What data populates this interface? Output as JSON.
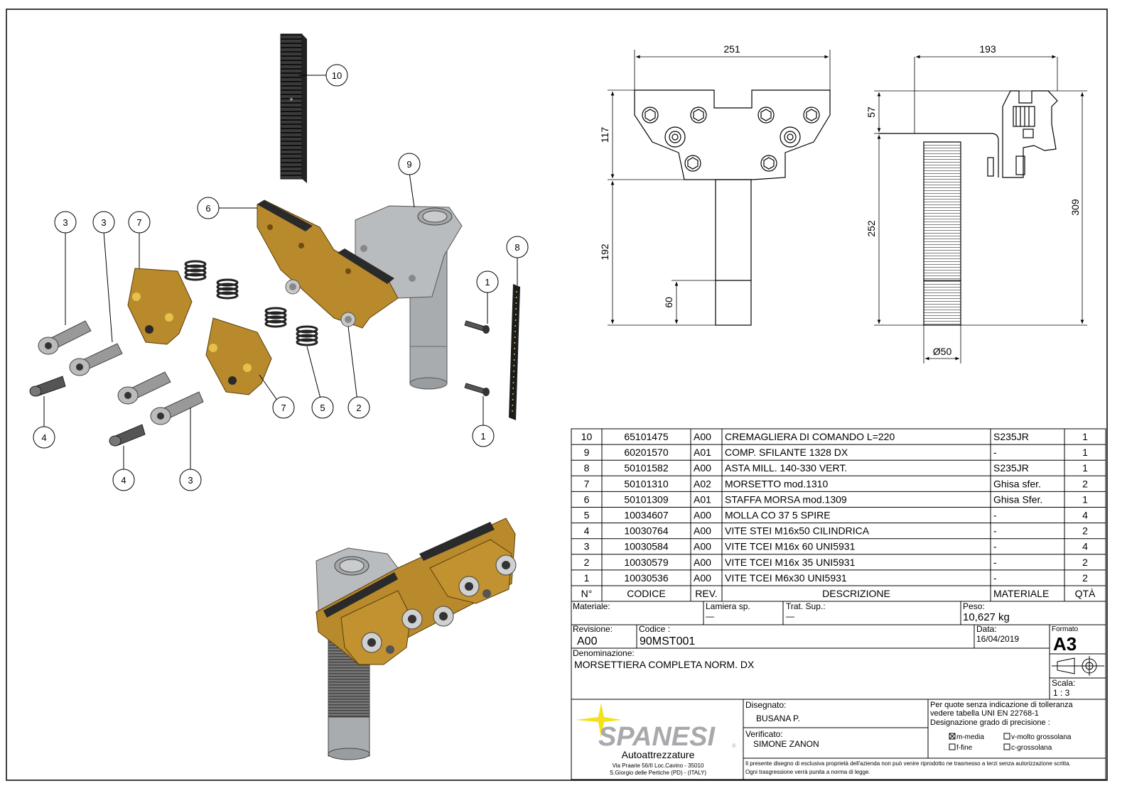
{
  "dimensions": {
    "front_width": "251",
    "side_width": "193",
    "front_top_height": "117",
    "front_shaft_height": "192",
    "front_tip_height": "60",
    "side_top_height": "57",
    "side_shaft_height": "252",
    "side_total_height": "309",
    "diameter": "Ø50"
  },
  "balloons": {
    "b10": "10",
    "b9": "9",
    "b6": "6",
    "b3a": "3",
    "b3b": "3",
    "b7a": "7",
    "b8": "8",
    "b1a": "1",
    "b1b": "1",
    "b7b": "7",
    "b5": "5",
    "b2": "2",
    "b4a": "4",
    "b4b": "4",
    "b3c": "3"
  },
  "bom": {
    "rows": [
      {
        "n": "10",
        "code": "65101475",
        "rev": "A00",
        "desc": "CREMAGLIERA DI COMANDO L=220",
        "mat": "S235JR",
        "qty": "1"
      },
      {
        "n": "9",
        "code": "60201570",
        "rev": "A01",
        "desc": "COMP. SFILANTE 1328 DX",
        "mat": "-",
        "qty": "1"
      },
      {
        "n": "8",
        "code": "50101582",
        "rev": "A00",
        "desc": "ASTA MILL. 140-330  VERT.",
        "mat": "S235JR",
        "qty": "1"
      },
      {
        "n": "7",
        "code": "50101310",
        "rev": "A02",
        "desc": "MORSETTO mod.1310",
        "mat": "Ghisa sfer.",
        "qty": "2"
      },
      {
        "n": "6",
        "code": "50101309",
        "rev": "A01",
        "desc": "STAFFA MORSA mod.1309",
        "mat": "Ghisa Sfer.",
        "qty": "1"
      },
      {
        "n": "5",
        "code": "10034607",
        "rev": "A00",
        "desc": "MOLLA CO 37 5 SPIRE",
        "mat": "-",
        "qty": "4"
      },
      {
        "n": "4",
        "code": "10030764",
        "rev": "A00",
        "desc": "VITE STEI M16x50 CILINDRICA",
        "mat": "-",
        "qty": "2"
      },
      {
        "n": "3",
        "code": "10030584",
        "rev": "A00",
        "desc": "VITE TCEI M16x 60 UNI5931",
        "mat": "-",
        "qty": "4"
      },
      {
        "n": "2",
        "code": "10030579",
        "rev": "A00",
        "desc": "VITE TCEI M16x 35 UNI5931",
        "mat": "-",
        "qty": "2"
      },
      {
        "n": "1",
        "code": "10030536",
        "rev": "A00",
        "desc": "VITE TCEI M6x30 UNI5931",
        "mat": "-",
        "qty": "2"
      }
    ],
    "header": {
      "n": "N°",
      "code": "CODICE",
      "rev": "REV.",
      "desc": "DESCRIZIONE",
      "mat": "MATERIALE",
      "qty": "QTÀ"
    }
  },
  "title_block": {
    "materiale_label": "Materiale:",
    "lamiera_label": "Lamiera sp.",
    "lamiera_value": "—",
    "trat_label": "Trat. Sup.:",
    "trat_value": "—",
    "peso_label": "Peso:",
    "peso_value": "10,627 kg",
    "revisione_label": "Revisione:",
    "revisione_value": "A00",
    "codice_label": "Codice :",
    "codice_value": "90MST001",
    "data_label": "Data:",
    "data_value": "16/04/2019",
    "formato_label": "Formato",
    "formato_value": "A3",
    "denominazione_label": "Denominazione:",
    "denominazione_value": "MORSETTIERA COMPLETA NORM. DX",
    "scala_label": "Scala:",
    "scala_value": "1 : 3",
    "disegnato_label": "Disegnato:",
    "disegnato_value": "BUSANA P.",
    "verificato_label": "Verificato:",
    "verificato_value": "SIMONE ZANON",
    "tolerance_line1": "Per quote senza indicazione di tolleranza",
    "tolerance_line2": "vedere tabella UNI EN 22768-1",
    "tolerance_line3": "Designazione grado di precisione :",
    "opt_m": "m-media",
    "opt_v": "v-molto grossolana",
    "opt_f": "f-fine",
    "opt_c": "c-grossolana",
    "legal_line1": "Il presente disegno di esclusiva proprietà dell'azienda non può venire riprodotto ne trasmesso a terzi senza autorizzazione scritta.",
    "legal_line2": "Ogni trasgressione verrà punita a norma di legge."
  },
  "company": {
    "logo": "SPANESI",
    "subtitle": "Autoattrezzature",
    "address1": "Via Praarie 56/II  Loc.Cavino - 35010",
    "address2": "S.Giorgio delle Pertiche (PD) - (ITALY)"
  },
  "colors": {
    "bronze": "#b88a2c",
    "bronze_dark": "#7d5a14",
    "steel": "#a9acae",
    "logo_yellow": "#f2e11c",
    "logo_grey": "#a7a9ac"
  }
}
